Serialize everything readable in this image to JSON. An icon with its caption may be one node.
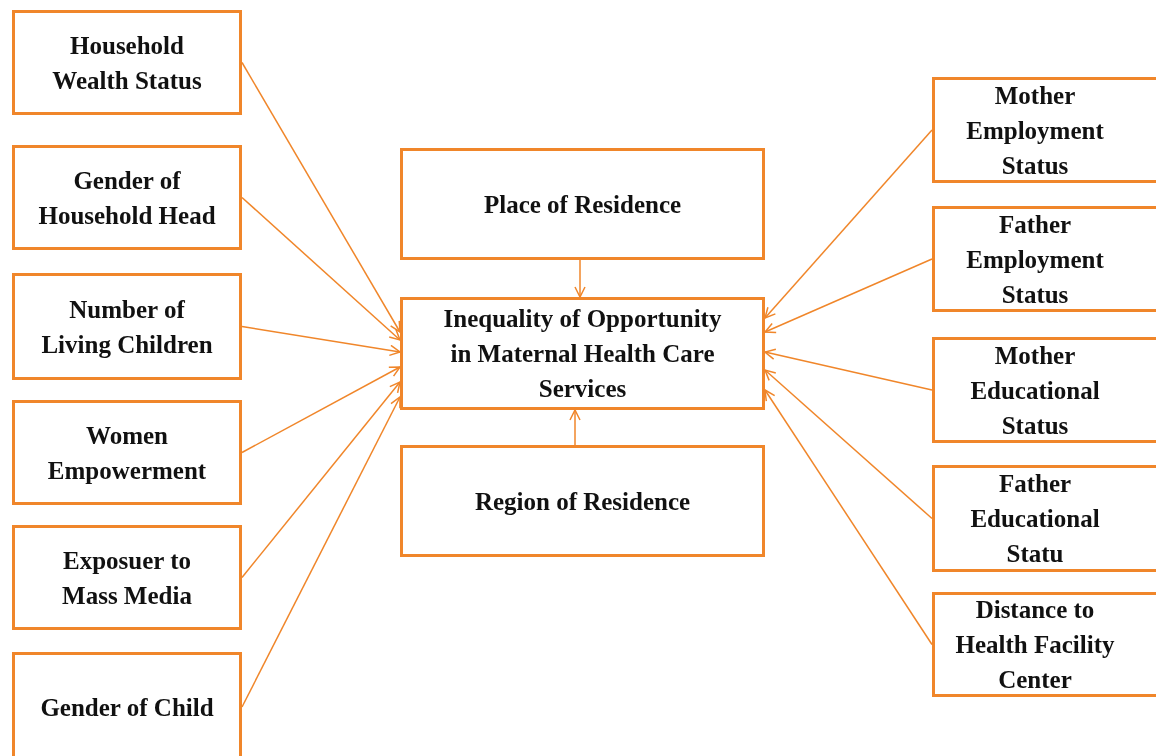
{
  "diagram": {
    "nodes": [
      {
        "text": [
          "Household Wealth Status"
        ]
      },
      {
        "text": [
          "Gender of Household Head"
        ]
      },
      {
        "text": [
          "Number of Living Children"
        ]
      },
      {
        "text": [
          "Women Empowerment"
        ]
      },
      {
        "text": [
          "Exposuer to Mass Media"
        ]
      },
      {
        "text": [
          "Gender of Child"
        ]
      },
      {
        "text": [
          "Place of Residence"
        ]
      },
      {
        "text": [
          "Inequality of Opportunity in Maternal Health Care Services"
        ]
      },
      {
        "text": [
          "Region of Residence"
        ]
      },
      {
        "text": [
          "Mother Employment Status"
        ]
      },
      {
        "text": [
          "Father Employment Status"
        ]
      },
      {
        "text": [
          "Mother Educational Status"
        ]
      },
      {
        "text": [
          "Father Educational Statu"
        ]
      },
      {
        "text": [
          "Distance to Health Facility Center"
        ]
      }
    ],
    "edges": [
      {
        "from": 0,
        "to": 7,
        "arrow": "to"
      },
      {
        "from": 1,
        "to": 7,
        "arrow": "to"
      },
      {
        "from": 2,
        "to": 7,
        "arrow": "to"
      },
      {
        "from": 3,
        "to": 7,
        "arrow": "to"
      },
      {
        "from": 4,
        "to": 7,
        "arrow": "to"
      },
      {
        "from": 5,
        "to": 7,
        "arrow": "to"
      },
      {
        "from": 6,
        "to": 7,
        "arrow": "to"
      },
      {
        "from": 8,
        "to": 7,
        "arrow": "to"
      },
      {
        "from": 9,
        "to": 7,
        "arrow": "to"
      },
      {
        "from": 10,
        "to": 7,
        "arrow": "to"
      },
      {
        "from": 11,
        "to": 7,
        "arrow": "to"
      },
      {
        "from": 12,
        "to": 7,
        "arrow": "to"
      },
      {
        "from": 13,
        "to": 7,
        "arrow": "to"
      }
    ]
  }
}
